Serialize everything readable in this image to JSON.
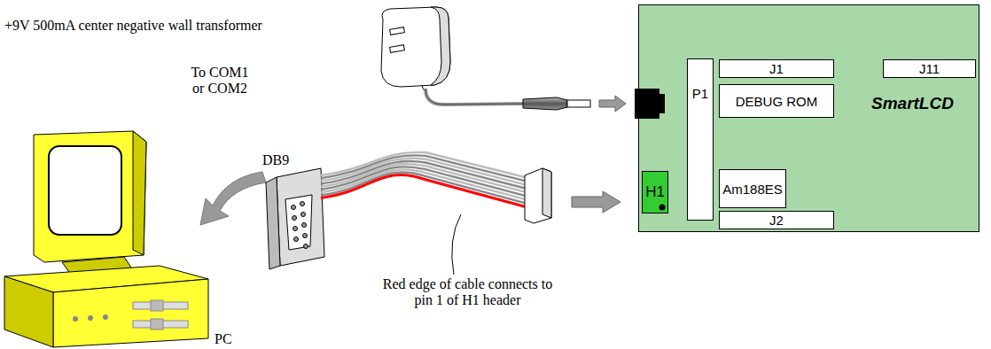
{
  "diagram": {
    "nodes": [
      {
        "text": [
          "SmartLCD"
        ]
      },
      {
        "text": [
          "J1"
        ],
        "in": 0
      },
      {
        "text": [
          "J11"
        ],
        "in": 0
      },
      {
        "text": [
          "DEBUG ROM"
        ],
        "in": 0
      },
      {
        "text": [
          "P1"
        ],
        "in": 0
      },
      {
        "text": [
          "Am188ES"
        ],
        "in": 0
      },
      {
        "text": [
          "H1"
        ],
        "in": 0
      },
      {
        "text": [
          "J2"
        ],
        "in": 0
      }
    ],
    "labels": [
      "+9V 500mA center negative wall transformer",
      "To COM1 or COM2",
      "DB9",
      "Red edge of cable connects to pin 1 of H1 header",
      "PC"
    ]
  }
}
